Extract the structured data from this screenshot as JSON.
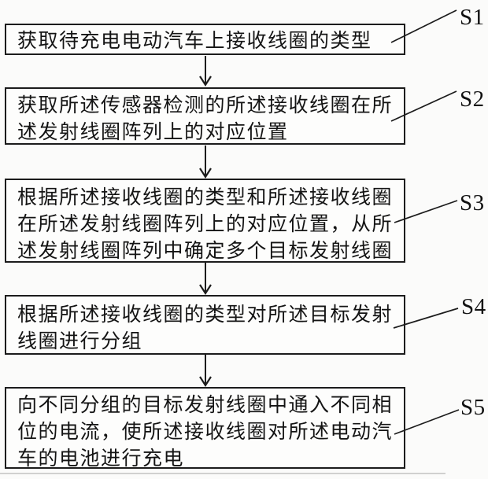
{
  "figure": {
    "type": "flowchart",
    "language": "zh",
    "background_color": "#fbfbfa",
    "line_color": "#1c1c1c",
    "text_color": "#141414"
  },
  "steps": [
    {
      "label": "S1",
      "text": "获取待充电电动汽车上接收线圈的类型",
      "lines": [
        "获取待充电电动汽车上接收线圈的类型"
      ]
    },
    {
      "label": "S2",
      "text": "获取所述传感器检测的所述接收线圈在所述发射线圈阵列上的对应位置",
      "lines": [
        "获取所述传感器检测的所述接收线圈在所",
        "述发射线圈阵列上的对应位置"
      ]
    },
    {
      "label": "S3",
      "text": "根据所述接收线圈的类型和所述接收线圈在所述发射线圈阵列上的对应位置，从所述发射线圈阵列中确定多个目标发射线圈",
      "lines": [
        "根据所述接收线圈的类型和所述接收线圈",
        "在所述发射线圈阵列上的对应位置，从所",
        "述发射线圈阵列中确定多个目标发射线圈"
      ]
    },
    {
      "label": "S4",
      "text": "根据所述接收线圈的类型对所述目标发射线圈进行分组",
      "lines": [
        "根据所述接收线圈的类型对所述目标发射",
        "线圈进行分组"
      ]
    },
    {
      "label": "S5",
      "text": "向不同分组的目标发射线圈中通入不同相位的电流，使所述接收线圈对所述电动汽车的电池进行充电",
      "lines": [
        "向不同分组的目标发射线圈中通入不同相",
        "位的电流，使所述接收线圈对所述电动汽",
        "车的电池进行充电"
      ]
    }
  ]
}
